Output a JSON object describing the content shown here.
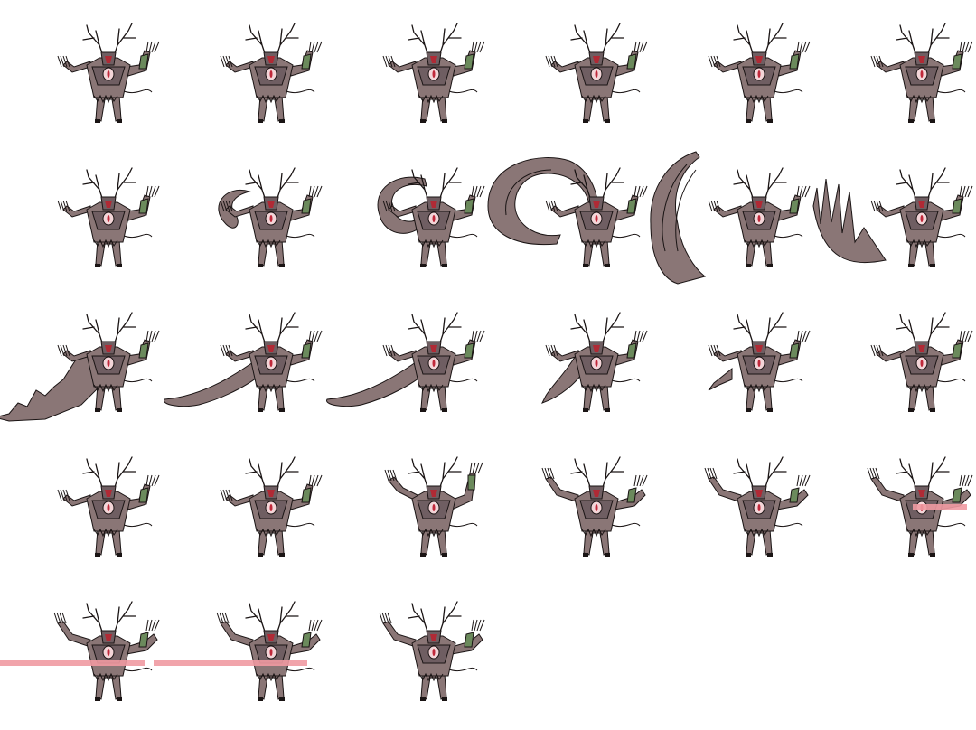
{
  "sprite_sheet": {
    "columns": 6,
    "rows": 5,
    "frame_count": 27,
    "colors": {
      "body": "#8a7676",
      "body_shade": "#6f5e62",
      "outline": "#1a1414",
      "antler": "#1a1414",
      "eye_white": "#f3d5d8",
      "eye_red": "#c0283a",
      "bracer": "#6b8a5c",
      "mouth": "#b02a35",
      "sweep": "#8a7676",
      "beam": "#ef9aa2"
    },
    "frames": [
      {
        "pose": "idle"
      },
      {
        "pose": "idle"
      },
      {
        "pose": "idle"
      },
      {
        "pose": "idle"
      },
      {
        "pose": "idle"
      },
      {
        "pose": "idle"
      },
      {
        "pose": "windup"
      },
      {
        "pose": "windup",
        "effect": "swirl-small"
      },
      {
        "pose": "windup",
        "effect": "swirl-ring"
      },
      {
        "pose": "attack",
        "effect": "swirl-big"
      },
      {
        "pose": "attack",
        "effect": "slash-wall"
      },
      {
        "pose": "attack",
        "effect": "spikes"
      },
      {
        "pose": "attack",
        "effect": "spiky-sweep"
      },
      {
        "pose": "attack",
        "effect": "long-sweep"
      },
      {
        "pose": "attack",
        "effect": "long-sweep"
      },
      {
        "pose": "recover",
        "effect": "short-sweep"
      },
      {
        "pose": "recover",
        "effect": "claw-tip"
      },
      {
        "pose": "idle"
      },
      {
        "pose": "idle"
      },
      {
        "pose": "idle"
      },
      {
        "pose": "raise"
      },
      {
        "pose": "arms-up"
      },
      {
        "pose": "arms-up"
      },
      {
        "pose": "arms-up",
        "effect": "beam-small"
      },
      {
        "pose": "arms-up",
        "effect": "beam-long"
      },
      {
        "pose": "arms-up",
        "effect": "beam-long"
      },
      {
        "pose": "arms-up"
      }
    ]
  }
}
